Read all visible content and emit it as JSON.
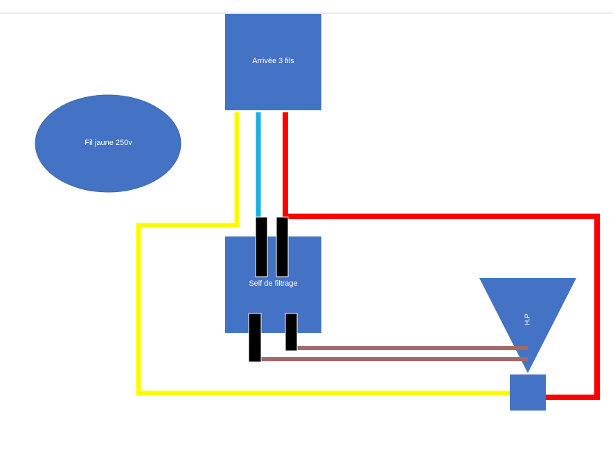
{
  "nodes": {
    "arrivee": {
      "label": "Arrivée 3 fils"
    },
    "fil_jaune": {
      "label": "Fil jaune 250v"
    },
    "self_filtrage": {
      "label": "Self de filtrage"
    },
    "hp": {
      "label": "H.P"
    }
  },
  "colors": {
    "shape_fill": "#4472c4",
    "wire_yellow": "#ffff00",
    "wire_blue": "#1aaee6",
    "wire_red": "#ff0000",
    "wire_brown": "#a06a6a",
    "connector_black": "#000000",
    "top_rule": "#d0d0d0"
  }
}
